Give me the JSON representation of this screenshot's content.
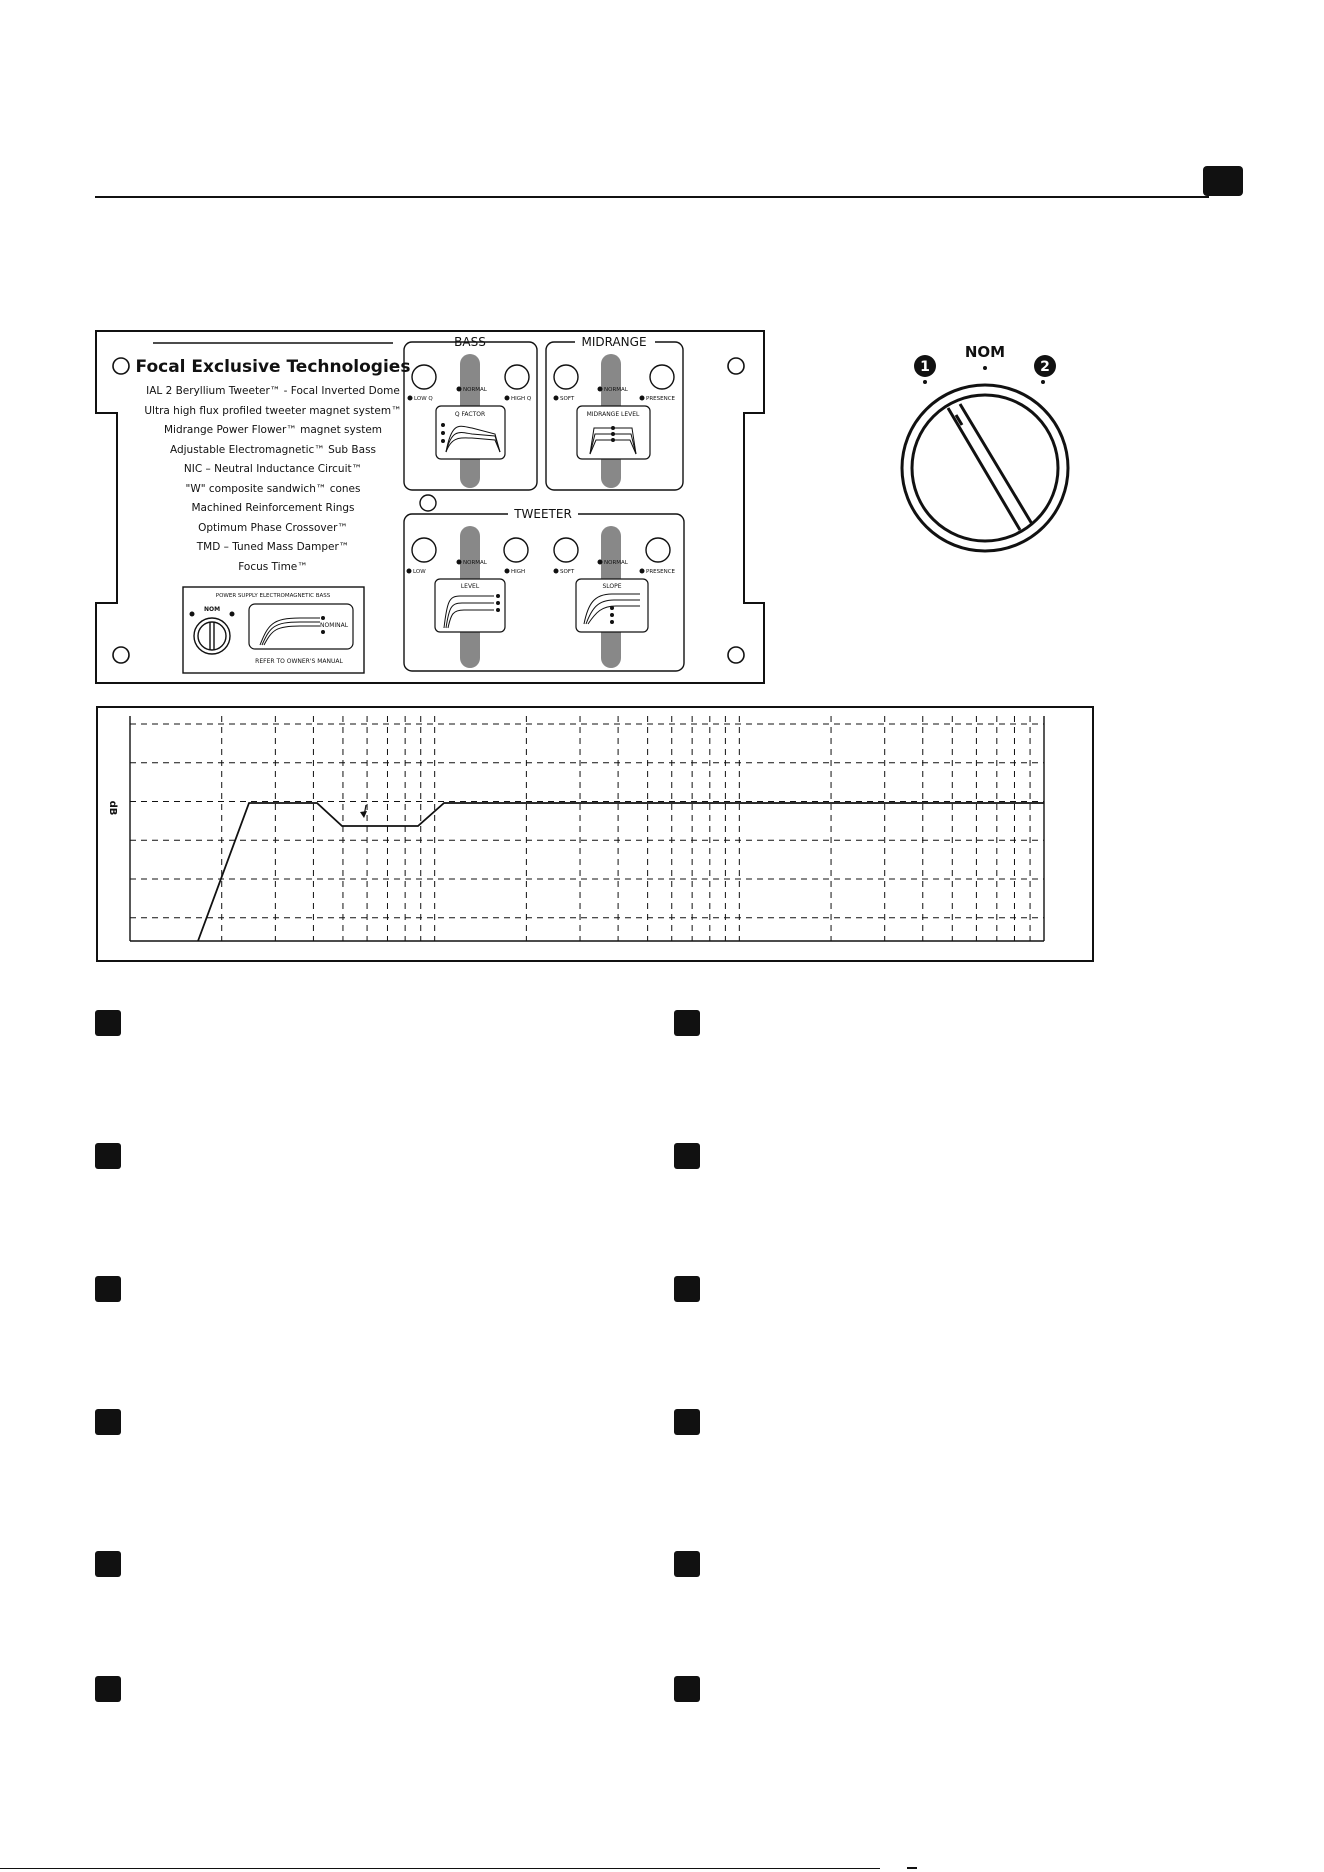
{
  "panel": {
    "heading": "Focal Exclusive Technologies",
    "features": [
      "IAL 2 Beryllium Tweeter™ - Focal Inverted Dome",
      "Ultra high flux profiled tweeter magnet system™",
      "Midrange Power Flower™ magnet system",
      "Adjustable Electromagnetic™ Sub Bass",
      "NIC – Neutral Inductance Circuit™",
      "\"W\" composite sandwich™ cones",
      "Machined Reinforcement Rings",
      "Optimum Phase Crossover™",
      "TMD – Tuned Mass Damper™",
      "Focus Time™"
    ],
    "power_box": {
      "title": "POWER SUPPLY ELECTROMAGNETIC BASS",
      "nom": "NOM",
      "nominal": "NOMINAL",
      "footer": "REFER TO OWNER'S MANUAL"
    },
    "bass": {
      "title": "BASS",
      "low": "LOW Q",
      "normal": "NORMAL",
      "high": "HIGH Q",
      "graph": "Q FACTOR"
    },
    "midrange": {
      "title": "MIDRANGE",
      "low": "SOFT",
      "normal": "NORMAL",
      "high": "PRESENCE",
      "graph": "MIDRANGE LEVEL"
    },
    "tweeter": {
      "title": "TWEETER",
      "left": {
        "low": "LOW",
        "normal": "NORMAL",
        "high": "HIGH",
        "graph": "LEVEL"
      },
      "right": {
        "low": "SOFT",
        "normal": "NORMAL",
        "high": "PRESENCE",
        "graph": "SLOPE"
      }
    }
  },
  "knob": {
    "nom": "NOM",
    "pos1": "1",
    "pos2": "2"
  },
  "response_chart": {
    "ylabel": "dB"
  }
}
